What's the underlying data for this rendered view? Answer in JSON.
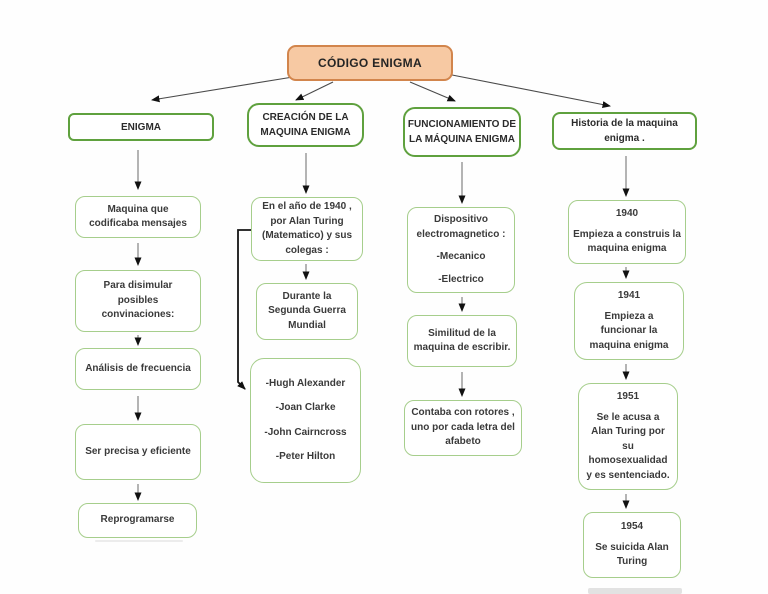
{
  "title": "CÓDIGO ENIGMA",
  "colors": {
    "root_fill": "#F7C9A3",
    "root_border": "#D2854C",
    "header_border": "#5FA13E",
    "node_border": "#A6CE8C",
    "connector": "#4a4a4a",
    "arrowhead": "#111111"
  },
  "columns": [
    {
      "header": {
        "lines": [
          "ENIGMA"
        ]
      },
      "nodes": [
        {
          "lines": [
            "Maquina que",
            "codificaba mensajes"
          ]
        },
        {
          "lines": [
            "Para disimular",
            "posibles",
            "convinaciones:"
          ]
        },
        {
          "lines": [
            "Análisis de frecuencia"
          ]
        },
        {
          "lines": [
            "Ser precisa y eficiente"
          ]
        },
        {
          "lines": [
            "Reprogramarse"
          ]
        }
      ]
    },
    {
      "header": {
        "lines": [
          "CREACIÓN DE LA",
          "MAQUINA ENIGMA"
        ]
      },
      "nodes": [
        {
          "lines": [
            "En el año de 1940 ,",
            "por Alan Turing",
            "(Matematico) y sus",
            "colegas :"
          ]
        },
        {
          "lines": [
            "Durante la",
            "Segunda Guerra",
            "Mundial"
          ]
        },
        {
          "lines": [
            "-Hugh Alexander",
            "-Joan Clarke",
            "-John Cairncross",
            "-Peter Hilton"
          ]
        }
      ]
    },
    {
      "header": {
        "lines": [
          "FUNCIONAMIENTO DE",
          "LA MÁQUINA ENIGMA"
        ]
      },
      "nodes": [
        {
          "lines": [
            "Dispositivo",
            "electromagnetico :",
            "-Mecanico",
            "-Electrico"
          ]
        },
        {
          "lines": [
            "Similitud de la",
            "maquina de escribir."
          ]
        },
        {
          "lines": [
            "Contaba con rotores ,",
            "uno por cada letra del",
            "afabeto"
          ]
        }
      ]
    },
    {
      "header": {
        "lines": [
          "Historia de la maquina",
          "enigma ."
        ]
      },
      "nodes": [
        {
          "lines": [
            "1940",
            "Empieza a construis la",
            "maquina enigma"
          ]
        },
        {
          "lines": [
            "1941",
            "Empieza a",
            "funcionar la",
            "maquina enigma"
          ]
        },
        {
          "lines": [
            "1951",
            "Se le acusa a",
            "Alan Turing por",
            "su",
            "homosexualidad",
            "y es sentenciado."
          ]
        },
        {
          "lines": [
            "1954",
            "Se suicida Alan",
            "Turing"
          ]
        }
      ]
    }
  ]
}
